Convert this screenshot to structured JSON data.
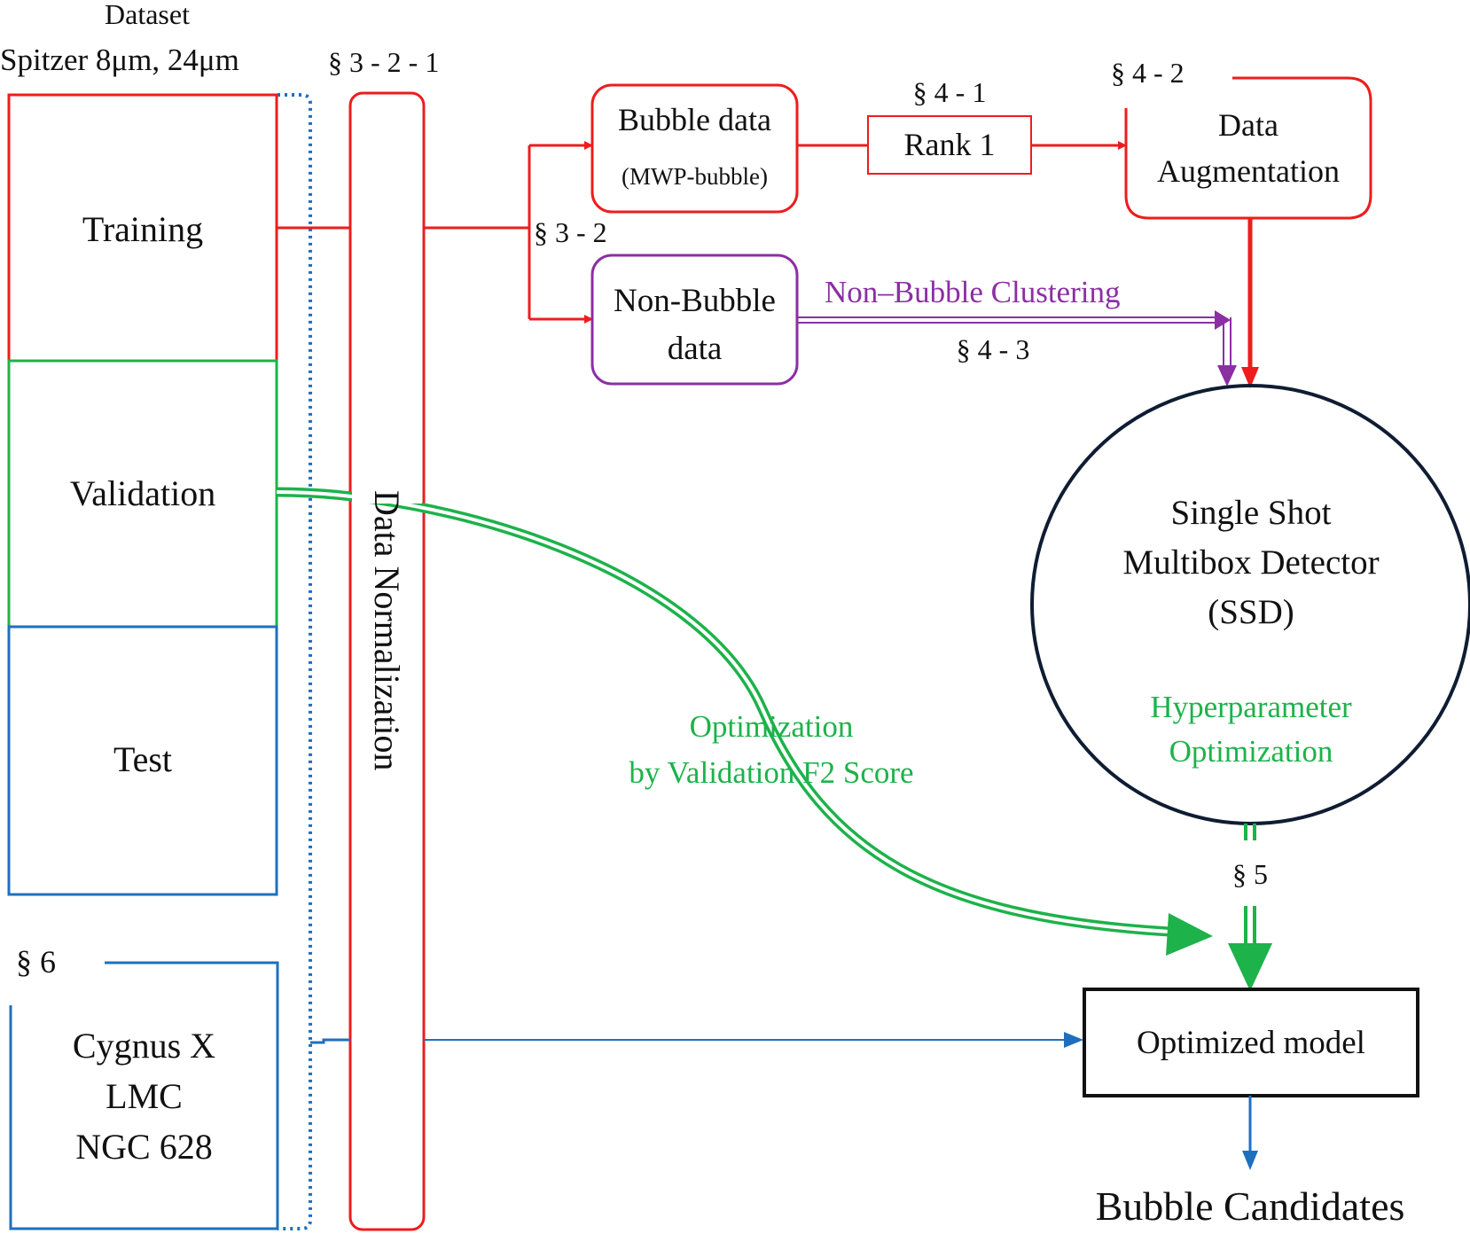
{
  "dataset": {
    "title": "Dataset",
    "subtitle": "Spitzer 8μm, 24μm",
    "training": "Training",
    "validation": "Validation",
    "test": "Test",
    "external_section": "§  6",
    "external_lines": [
      "Cygnus X",
      "LMC",
      "NGC 628"
    ]
  },
  "normalization": {
    "section": "§ 3 - 2 - 1",
    "label": "Data  Normalization"
  },
  "split": {
    "section": "§ 3 - 2"
  },
  "bubble": {
    "line1": "Bubble data",
    "line2": "(MWP-bubble)"
  },
  "rank": {
    "section": "§ 4 - 1",
    "label": "Rank 1"
  },
  "augmentation": {
    "section": "§ 4 - 2",
    "line1": "Data",
    "line2": "Augmentation"
  },
  "non_bubble": {
    "line1": "Non-Bubble",
    "line2": "data",
    "clustering": "Non–Bubble Clustering",
    "section": "§ 4 - 3"
  },
  "ssd": {
    "line1": "Single Shot",
    "line2": "Multibox Detector",
    "line3": "(SSD)",
    "hyper1": "Hyperparameter",
    "hyper2": "Optimization"
  },
  "optimization": {
    "line1": "Optimization",
    "line2": "by Validation F2 Score"
  },
  "section5": "§  5",
  "model": "Optimized model",
  "output": "Bubble Candidates",
  "colors": {
    "red": "#ee1c1c",
    "green": "#1db24a",
    "blue": "#1f6fbf",
    "purple": "#8b2fa3",
    "navy": "#0f1d33",
    "black": "#111111"
  }
}
